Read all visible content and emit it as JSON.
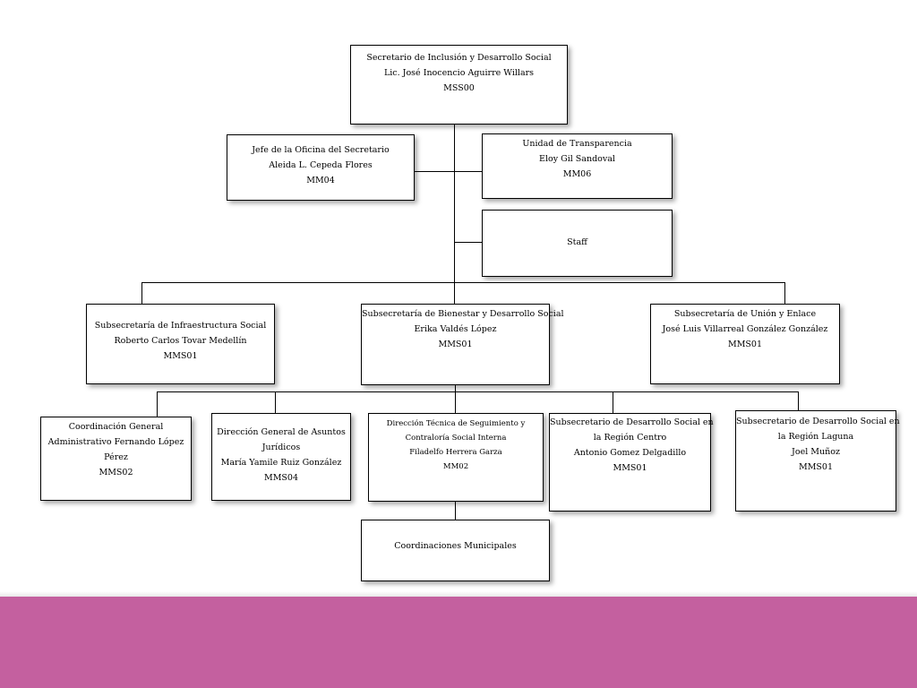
{
  "theme": {
    "band_color": "#c4609f",
    "box_border": "#000000",
    "background": "#ffffff"
  },
  "org": {
    "secretario": {
      "lines": [
        "Secretario de Inclusión y Desarrollo Social",
        "Lic. José Inocencio Aguirre Willars",
        "MSS00"
      ]
    },
    "jefe_oficina": {
      "lines": [
        "Jefe de la Oficina del Secretario",
        "Aleida L. Cepeda Flores",
        "MM04"
      ]
    },
    "transparencia": {
      "lines": [
        "Unidad de Transparencia",
        "Eloy Gil Sandoval",
        "MM06"
      ]
    },
    "staff": {
      "lines": [
        "Staff"
      ]
    },
    "sub_infraestructura": {
      "lines": [
        "Subsecretaría de Infraestructura Social",
        "Roberto Carlos Tovar Medellín",
        "MMS01"
      ]
    },
    "sub_bienestar": {
      "lines": [
        "Subsecretaría de Bienestar y Desarrollo Social",
        "Erika Valdés López",
        "MMS01"
      ]
    },
    "sub_union": {
      "lines": [
        "Subsecretaría de Unión y Enlace",
        "José Luis Villarreal González González",
        "MMS01"
      ]
    },
    "coord_general": {
      "lines": [
        "Coordinación General",
        "Administrativo Fernando López",
        "Pérez",
        "MMS02"
      ]
    },
    "dir_juridicos": {
      "lines": [
        "Dirección General de Asuntos",
        "Jurídicos",
        "María Yamile Ruiz González",
        "MMS04"
      ]
    },
    "dir_tecnica": {
      "lines": [
        "Dirección Técnica  de Seguimiento y",
        "Contraloría Social Interna",
        "Filadelfo Herrera Garza",
        "MM02"
      ]
    },
    "sub_centro": {
      "lines": [
        "Subsecretario de Desarrollo Social en",
        "la Región Centro",
        "Antonio Gomez Delgadillo",
        "MMS01"
      ]
    },
    "sub_laguna": {
      "lines": [
        "Subsecretario de Desarrollo Social en",
        "la Región Laguna",
        "Joel Muñoz",
        "MMS01"
      ]
    },
    "coord_municipales": {
      "lines": [
        "Coordinaciones Municipales"
      ]
    }
  }
}
